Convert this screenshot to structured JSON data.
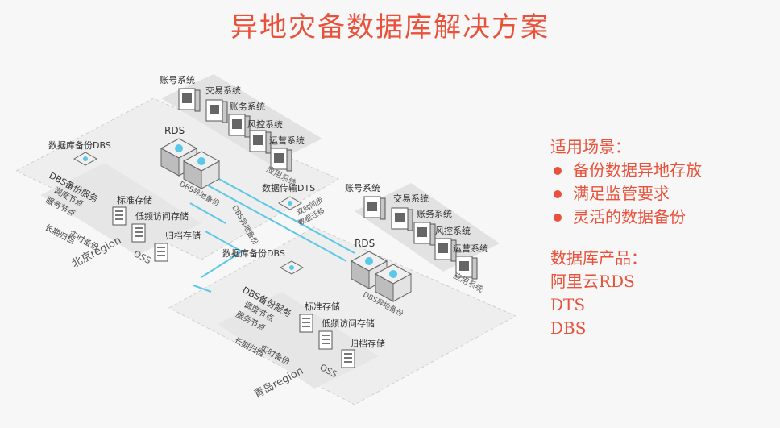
{
  "title": "异地灾备数据库解决方案",
  "diagram": {
    "beijing": {
      "region_label": "北京region",
      "dbs_product": "数据库备份DBS",
      "rds": "RDS",
      "app_systems": [
        "账号系统",
        "交易系统",
        "账务系统",
        "风控系统",
        "运营系统"
      ],
      "app_group_label": "应用系统",
      "dbs_service": "DBS备份服务",
      "schedule_node": "调度节点",
      "service_node": "服务节点",
      "storage": [
        "标准存储",
        "低频访问存储",
        "归档存储"
      ],
      "oss": "OSS",
      "realtime_backup": "实时备份",
      "long_term_archive": "长期归档",
      "cross_backup": "DBS异地备份",
      "cross_restore": "DBS异地备份"
    },
    "qingdao": {
      "region_label": "青岛region",
      "dbs_product": "数据库备份DBS",
      "rds": "RDS",
      "app_systems": [
        "账号系统",
        "交易系统",
        "账务系统",
        "风控系统",
        "运营系统"
      ],
      "app_group_label": "应用系统",
      "dbs_service": "DBS备份服务",
      "schedule_node": "调度节点",
      "service_node": "服务节点",
      "storage": [
        "标准存储",
        "低频访问存储",
        "归档存储"
      ],
      "oss": "OSS",
      "realtime_backup": "实时备份",
      "long_term_archive": "长期归档",
      "cross_backup": "DBS异地备份"
    },
    "dts": {
      "label": "数据传输DTS",
      "sync_label_1": "双向同步",
      "sync_label_2": "数据迁移"
    }
  },
  "scenarios": {
    "heading": "适用场景：",
    "items": [
      "备份数据异地存放",
      "满足监管要求",
      "灵活的数据备份"
    ]
  },
  "products": {
    "heading": "数据库产品：",
    "items": [
      "阿里云RDS",
      "DTS",
      "DBS"
    ]
  },
  "colors": {
    "accent": "#e9513a",
    "link": "#5bc8e8",
    "panel": "#dcdcdc"
  }
}
